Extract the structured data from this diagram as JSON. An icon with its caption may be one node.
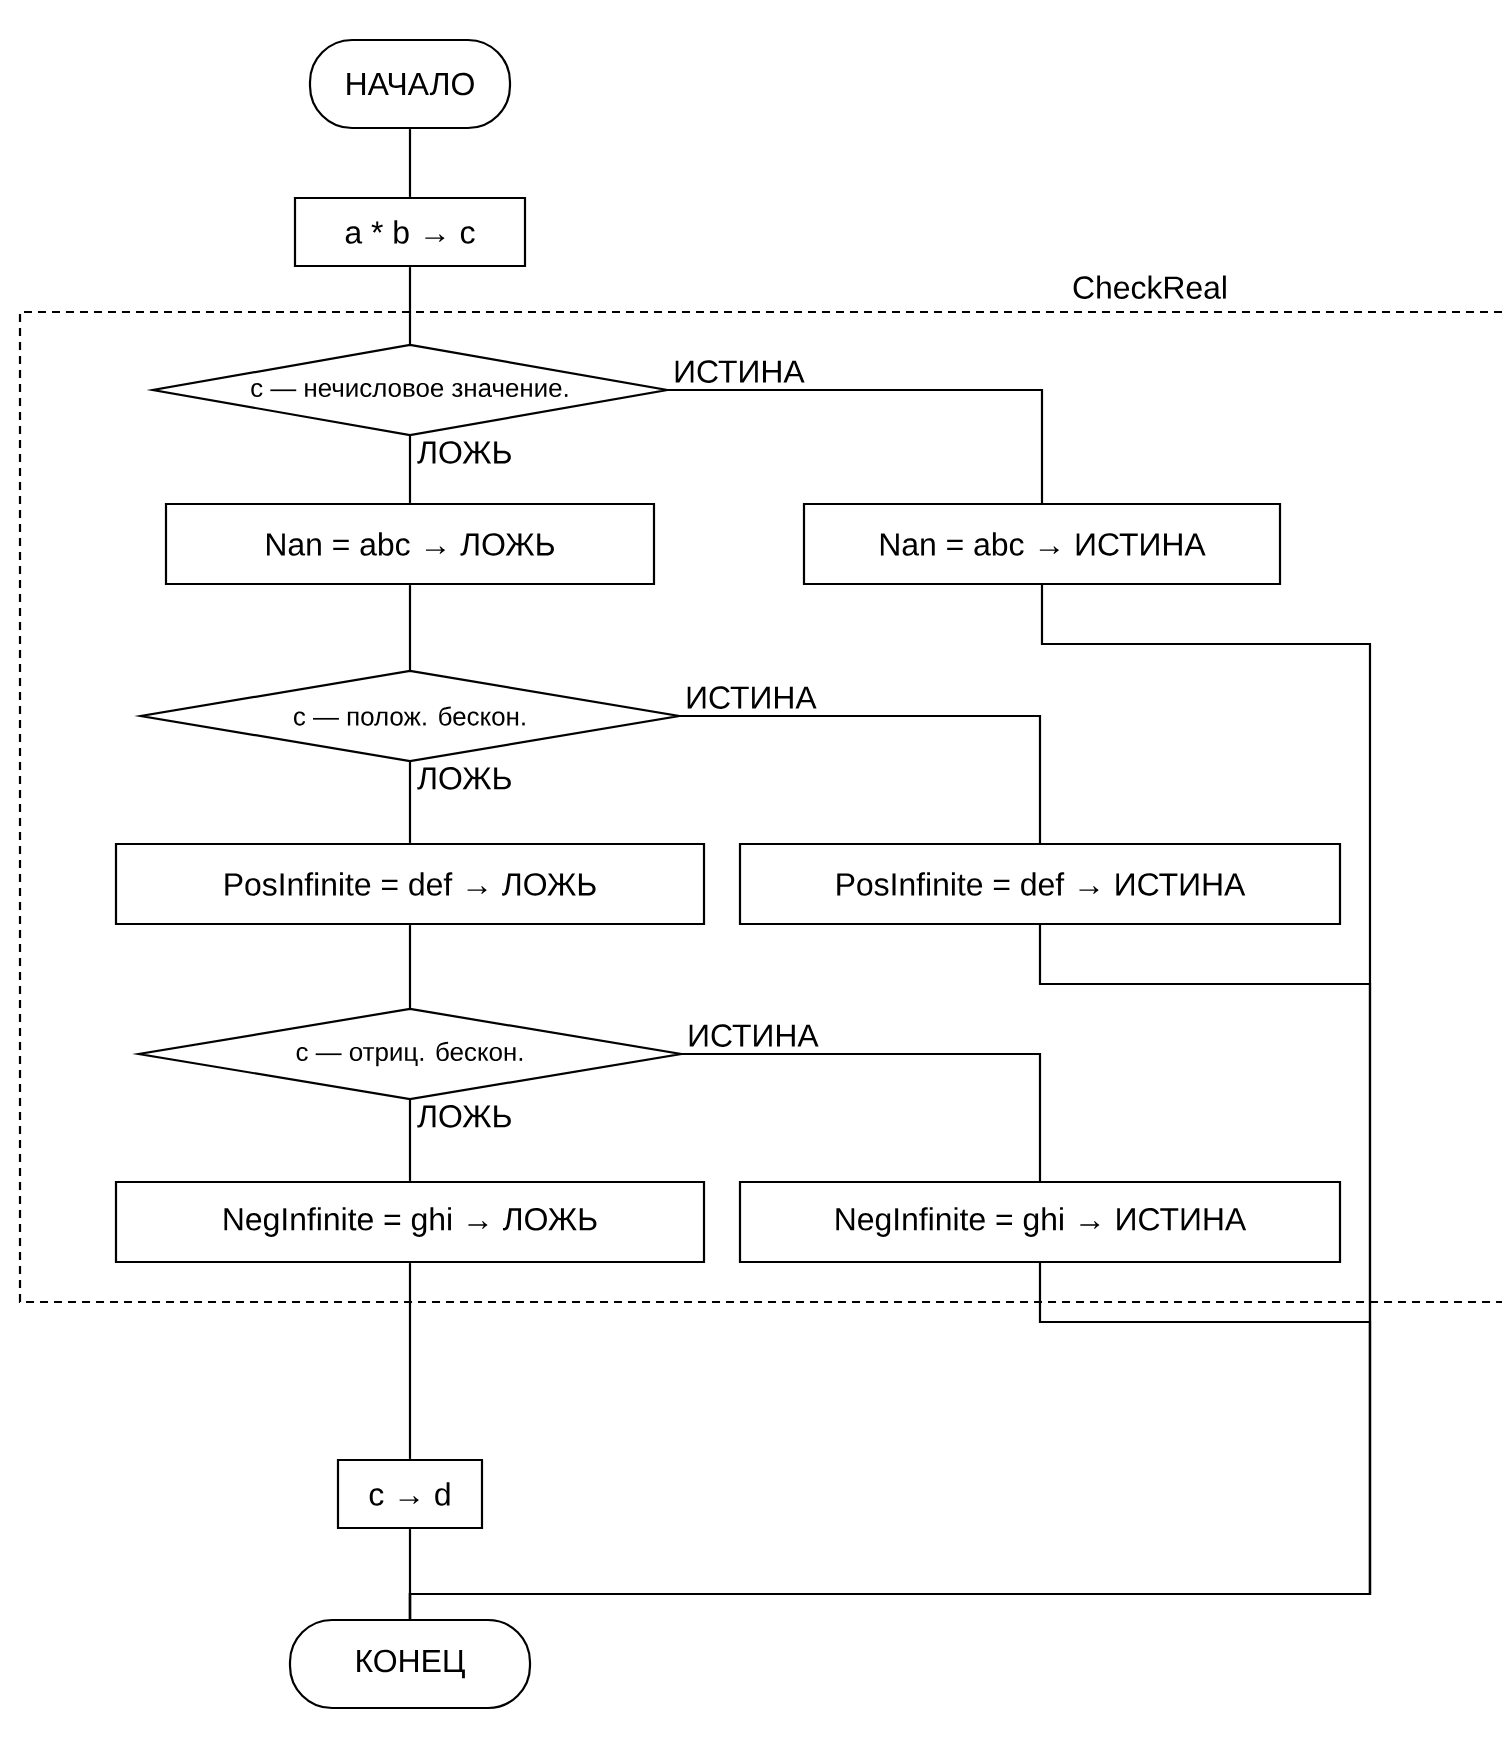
{
  "diagram": {
    "nodes": [
      {
        "text": [
          "НАЧАЛО"
        ]
      },
      {
        "text": [
          "a * b → c"
        ]
      },
      {
        "text": [
          "CheckReal"
        ]
      },
      {
        "text": [
          "c — нечисловое значение."
        ],
        "in": 2
      },
      {
        "text": [
          "Nan = abc → ЛОЖЬ"
        ],
        "in": 2
      },
      {
        "text": [
          "Nan = abc → ИСТИНА"
        ],
        "in": 2
      },
      {
        "text": [
          "c — полож. бескон."
        ],
        "in": 2
      },
      {
        "text": [
          "PosInfinite = def → ЛОЖЬ"
        ],
        "in": 2
      },
      {
        "text": [
          "PosInfinite = def → ИСТИНА"
        ],
        "in": 2
      },
      {
        "text": [
          "c — отриц. бескон."
        ],
        "in": 2
      },
      {
        "text": [
          "NegInfinite = ghi → ЛОЖЬ"
        ],
        "in": 2
      },
      {
        "text": [
          "NegInfinite = ghi → ИСТИНА"
        ],
        "in": 2
      },
      {
        "text": [
          "c → d"
        ]
      },
      {
        "text": [
          "КОНЕЦ"
        ]
      }
    ],
    "edges": [
      {
        "from": 0,
        "to": 1,
        "arrow": "none"
      },
      {
        "from": 1,
        "to": 3,
        "arrow": "none"
      },
      {
        "from": 3,
        "to": 4,
        "arrow": "none",
        "label": "ЛОЖЬ"
      },
      {
        "from": 3,
        "to": 5,
        "arrow": "none",
        "label": "ИСТИНА"
      },
      {
        "from": 4,
        "to": 6,
        "arrow": "none"
      },
      {
        "from": 6,
        "to": 7,
        "arrow": "none",
        "label": "ЛОЖЬ"
      },
      {
        "from": 6,
        "to": 8,
        "arrow": "none",
        "label": "ИСТИНА"
      },
      {
        "from": 7,
        "to": 9,
        "arrow": "none"
      },
      {
        "from": 9,
        "to": 10,
        "arrow": "none",
        "label": "ЛОЖЬ"
      },
      {
        "from": 9,
        "to": 11,
        "arrow": "none",
        "label": "ИСТИНА"
      },
      {
        "from": 10,
        "to": 12,
        "arrow": "none"
      },
      {
        "from": 12,
        "to": 13,
        "arrow": "none"
      },
      {
        "from": 5,
        "to": 13,
        "arrow": "none"
      },
      {
        "from": 8,
        "to": 13,
        "arrow": "none"
      },
      {
        "from": 11,
        "to": 13,
        "arrow": "none"
      }
    ]
  }
}
